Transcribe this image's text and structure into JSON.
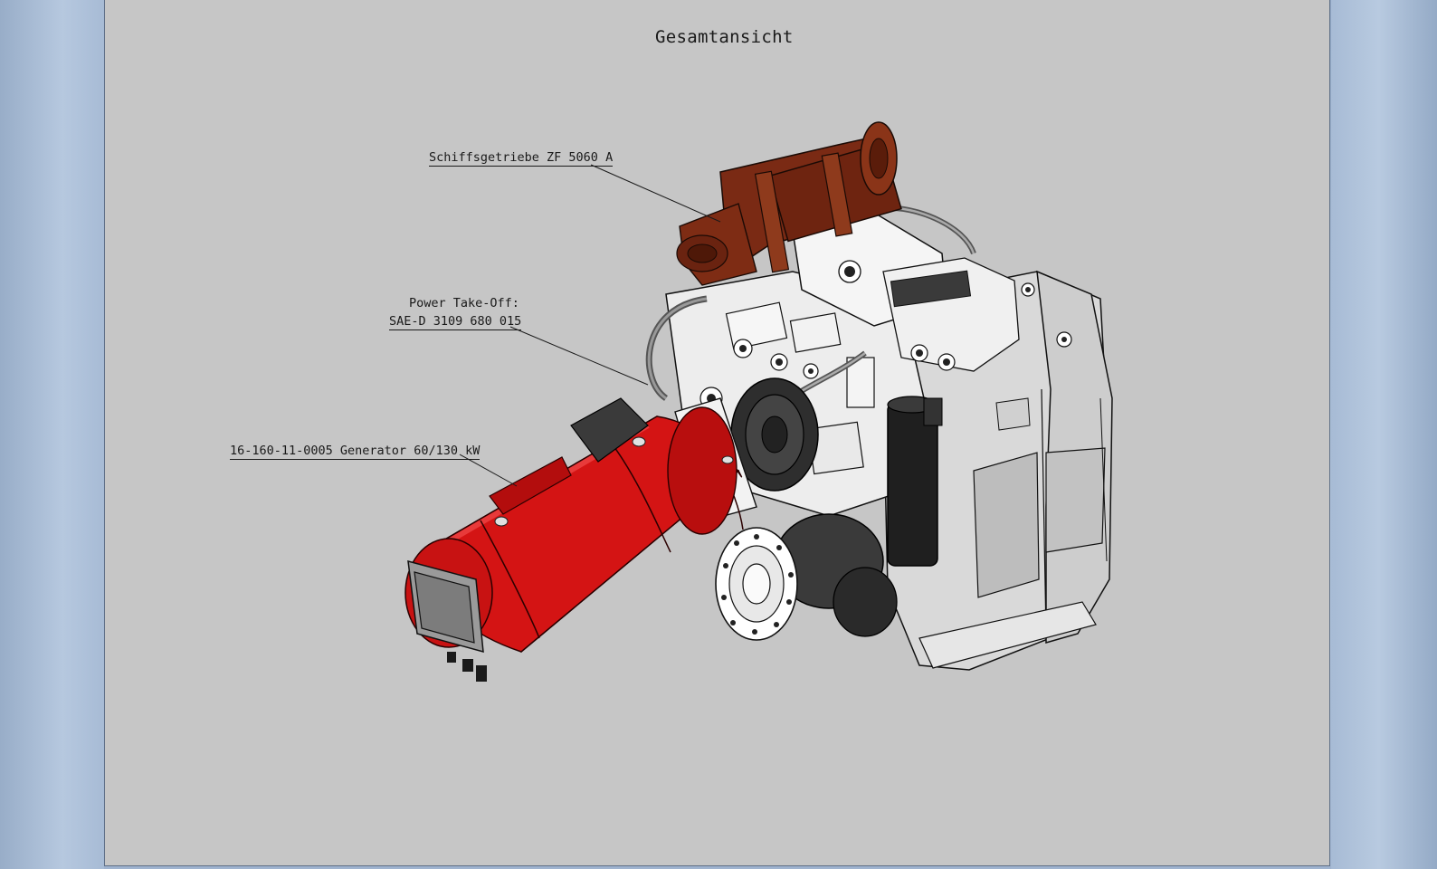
{
  "drawing": {
    "view_title": "Gesamtansicht",
    "callouts": {
      "gearbox": "Schiffsgetriebe ZF 5060 A",
      "pto_line1": "Power Take-Off:",
      "pto_line2": "SAE-D 3109 680 015",
      "generator": "16-160-11-0005 Generator 60/130 kW"
    },
    "colors": {
      "sheet_background": "#c6c6c6",
      "generator_red": "#d41414",
      "cooler_brown": "#7a2a14",
      "gearbox_white": "#eeeeee",
      "housing_gray": "#cfcfcf",
      "dark_parts": "#2a2a2a"
    }
  }
}
